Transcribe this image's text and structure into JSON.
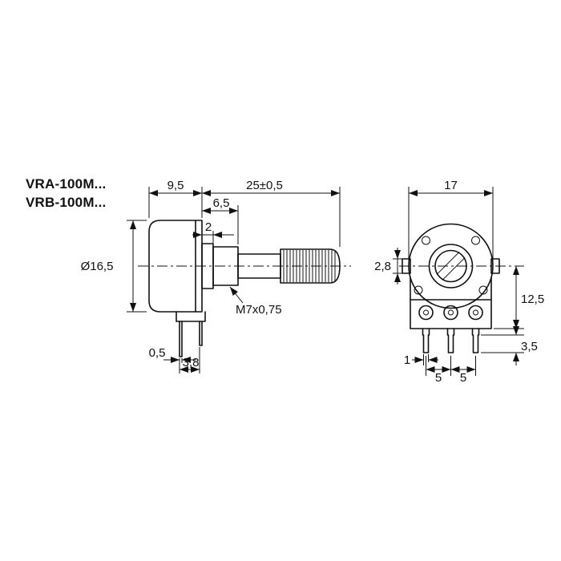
{
  "product": {
    "model_line1": "VRA-100M...",
    "model_line2": "VRB-100M..."
  },
  "side_view": {
    "dims": {
      "body_depth": "9,5",
      "shaft_length": "25±0,5",
      "bushing_length": "6,5",
      "collar_width": "2",
      "body_diameter": "Ø16,5",
      "thread": "M7x0,75",
      "pin_thickness": "0,5",
      "pin_spacing": "3,8"
    }
  },
  "front_view": {
    "dims": {
      "body_width": "17",
      "tab_height": "2,8",
      "center_to_bottom": "12,5",
      "pin_tip_length": "3,5",
      "pin_width": "1",
      "pin_pitch_left": "5",
      "pin_pitch_right": "5"
    }
  }
}
